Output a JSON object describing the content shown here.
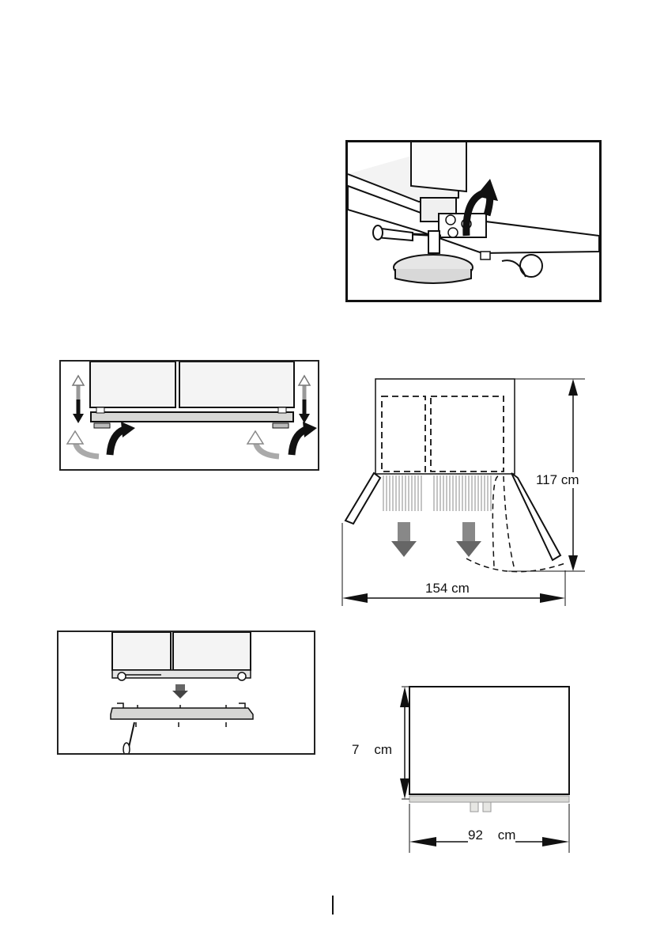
{
  "figures": {
    "top_right": {
      "name": "leveling-foot-adjustment"
    },
    "middle_left": {
      "name": "door-alignment-adjustment"
    },
    "bottom_left": {
      "name": "ventilation-grille-installation"
    }
  },
  "dimensions": {
    "depth_label": "117 cm",
    "width_open_label": "154 cm",
    "height_label": "7    cm",
    "width_label": "92    cm"
  },
  "colors": {
    "line": "#111111",
    "fill_light": "#f2f2f2",
    "grille": "#d9d9d6",
    "arrow_gray": "#6e6e6e"
  }
}
